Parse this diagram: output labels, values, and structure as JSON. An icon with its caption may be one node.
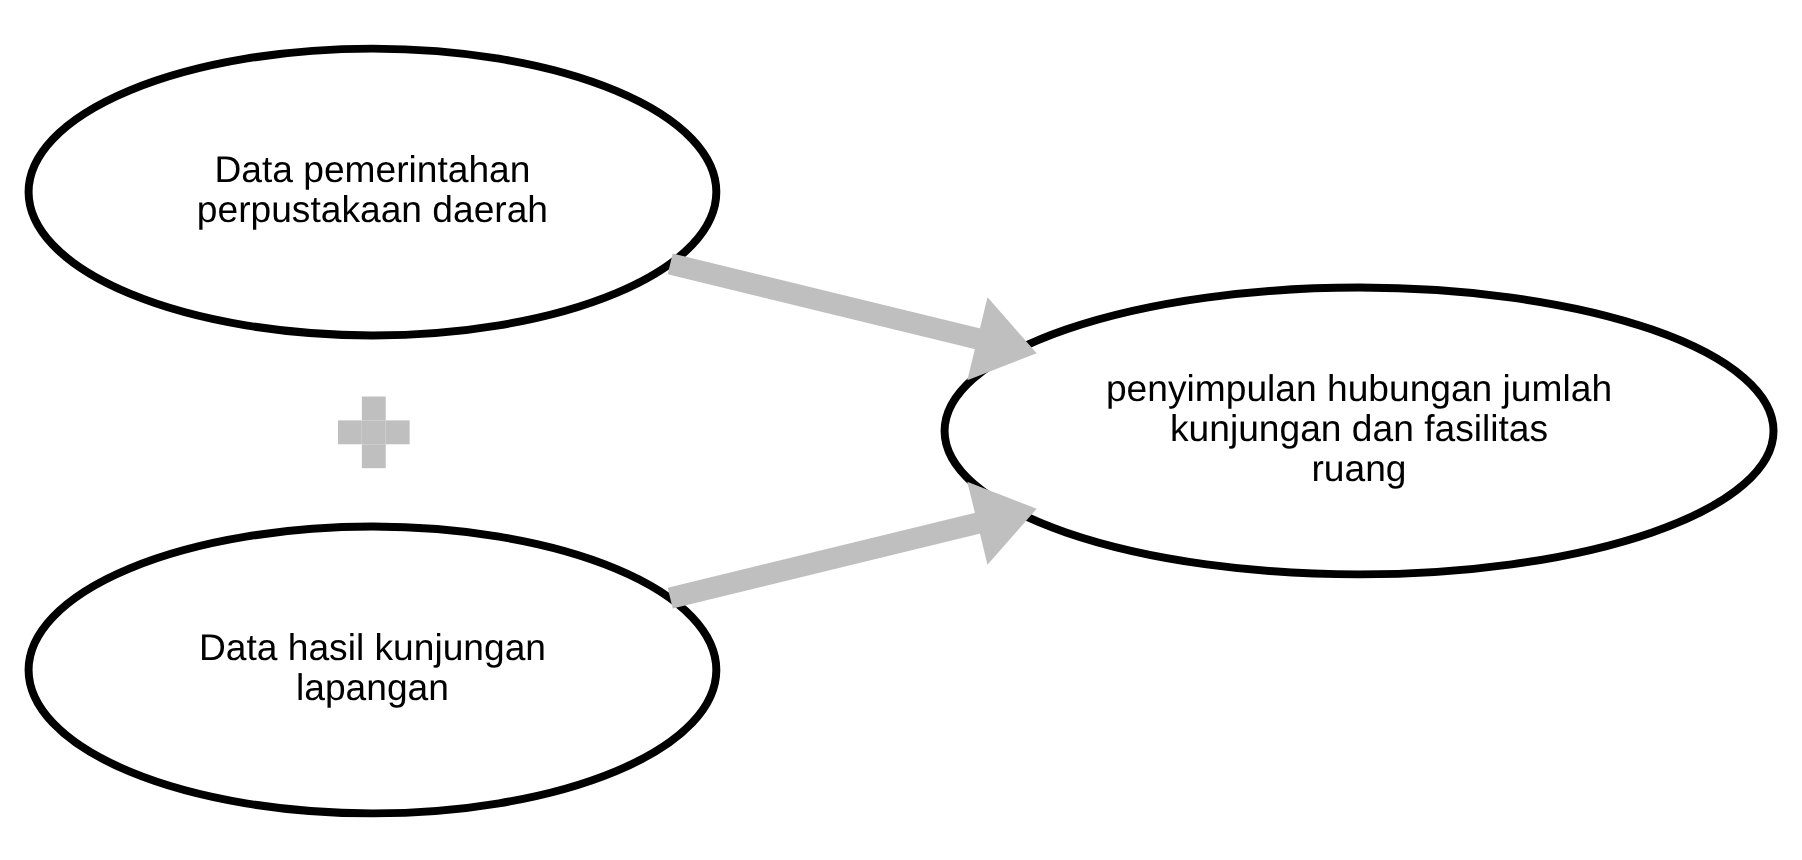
{
  "diagram": {
    "nodes": [
      {
        "text": [
          "Data pemerintahan perpustakaan daerah"
        ]
      },
      {
        "text": [],
        "shape": "plus"
      },
      {
        "text": [
          "Data hasil kunjungan lapangan"
        ]
      },
      {
        "text": [
          "penyimpulan hubungan jumlah kunjungan dan fasilitas ruang"
        ]
      }
    ],
    "edges": [
      {
        "from": 0,
        "to": 3,
        "arrow": "to",
        "color": "#bfbfbf"
      },
      {
        "from": 2,
        "to": 3,
        "arrow": "to",
        "color": "#bfbfbf"
      }
    ]
  }
}
